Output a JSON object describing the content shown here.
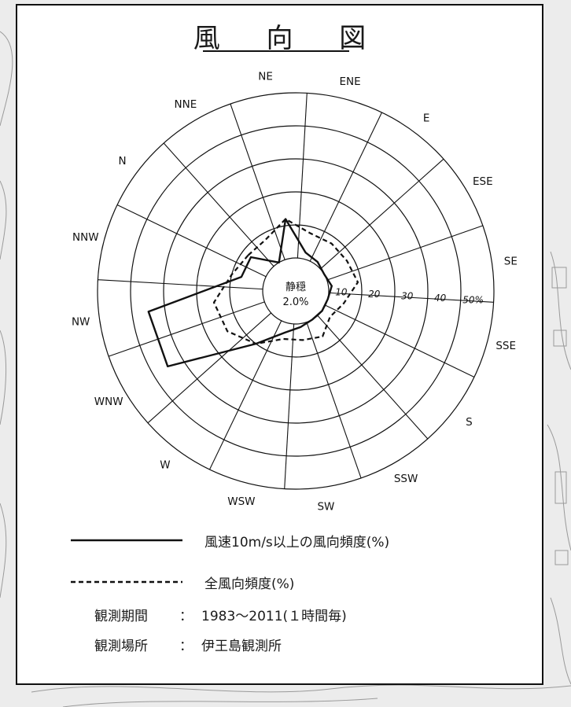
{
  "title": "風 向 図",
  "chart_data": {
    "type": "radar",
    "directions": [
      "N",
      "NNE",
      "NE",
      "ENE",
      "E",
      "ESE",
      "SE",
      "SSE",
      "S",
      "SSW",
      "SW",
      "WSW",
      "W",
      "WNW",
      "NW",
      "NNW"
    ],
    "radial_ticks": [
      "10",
      "20",
      "30",
      "40",
      "50%"
    ],
    "rlim": [
      0,
      50
    ],
    "calm": {
      "label": "静穏",
      "value": "2.0%"
    },
    "series": [
      {
        "name": "風速10m/s以上の風向頻度(%)",
        "style": "solid",
        "values": [
          7,
          0,
          12,
          2,
          1,
          0,
          1,
          0,
          0,
          0,
          1,
          3,
          10,
          35,
          35,
          7
        ]
      },
      {
        "name": "全風向頻度(%)",
        "style": "dashed",
        "values": [
          8,
          8,
          12,
          8,
          8,
          8,
          9,
          5,
          3,
          6,
          5,
          5,
          10,
          14,
          15,
          10
        ]
      }
    ]
  },
  "legend": {
    "solid_label": "風速10m/s以上の風向頻度(%)",
    "dashed_label": "全風向頻度(%)"
  },
  "info": {
    "period_key": "観測期間",
    "period_sep": "：",
    "period_value": "1983～2011(１時間毎)",
    "place_key": "観測場所",
    "place_sep": "：",
    "place_value": "伊王島観測所"
  }
}
